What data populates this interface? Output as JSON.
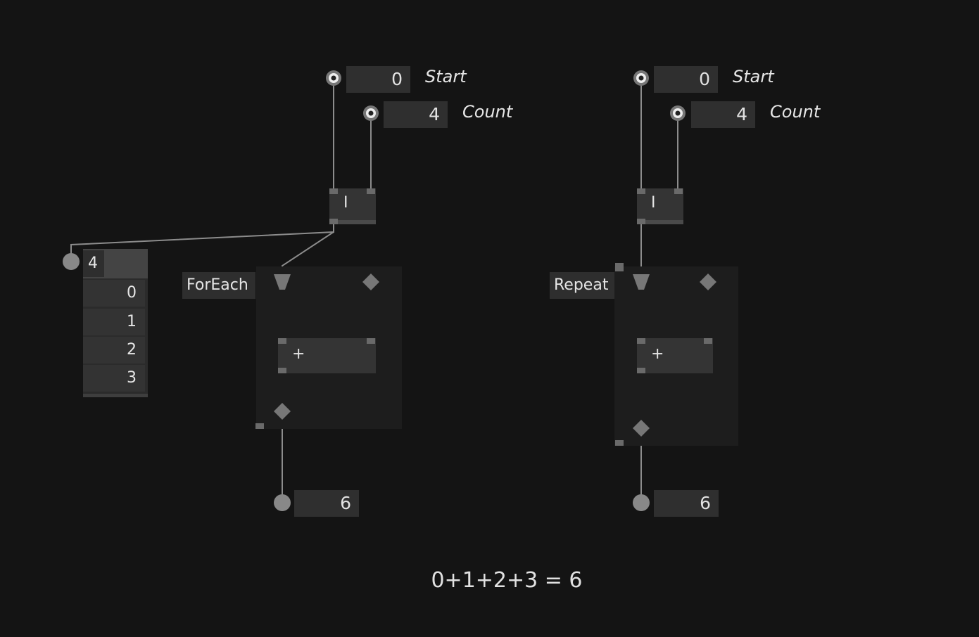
{
  "left_patch": {
    "start": {
      "label": "Start",
      "value": "0"
    },
    "count": {
      "label": "Count",
      "value": "4"
    },
    "range_node": "I",
    "loop_label": "ForEach",
    "add_node": "+",
    "result": "6",
    "spread": {
      "count": "4",
      "items": [
        "0",
        "1",
        "2",
        "3"
      ]
    }
  },
  "right_patch": {
    "start": {
      "label": "Start",
      "value": "0"
    },
    "count": {
      "label": "Count",
      "value": "4"
    },
    "range_node": "I",
    "loop_label": "Repeat",
    "add_node": "+",
    "result": "6"
  },
  "caption": "0+1+2+3 = 6",
  "colors": {
    "background": "#141414",
    "wire": "#8a8a8a",
    "region": "#1d1d1d"
  }
}
